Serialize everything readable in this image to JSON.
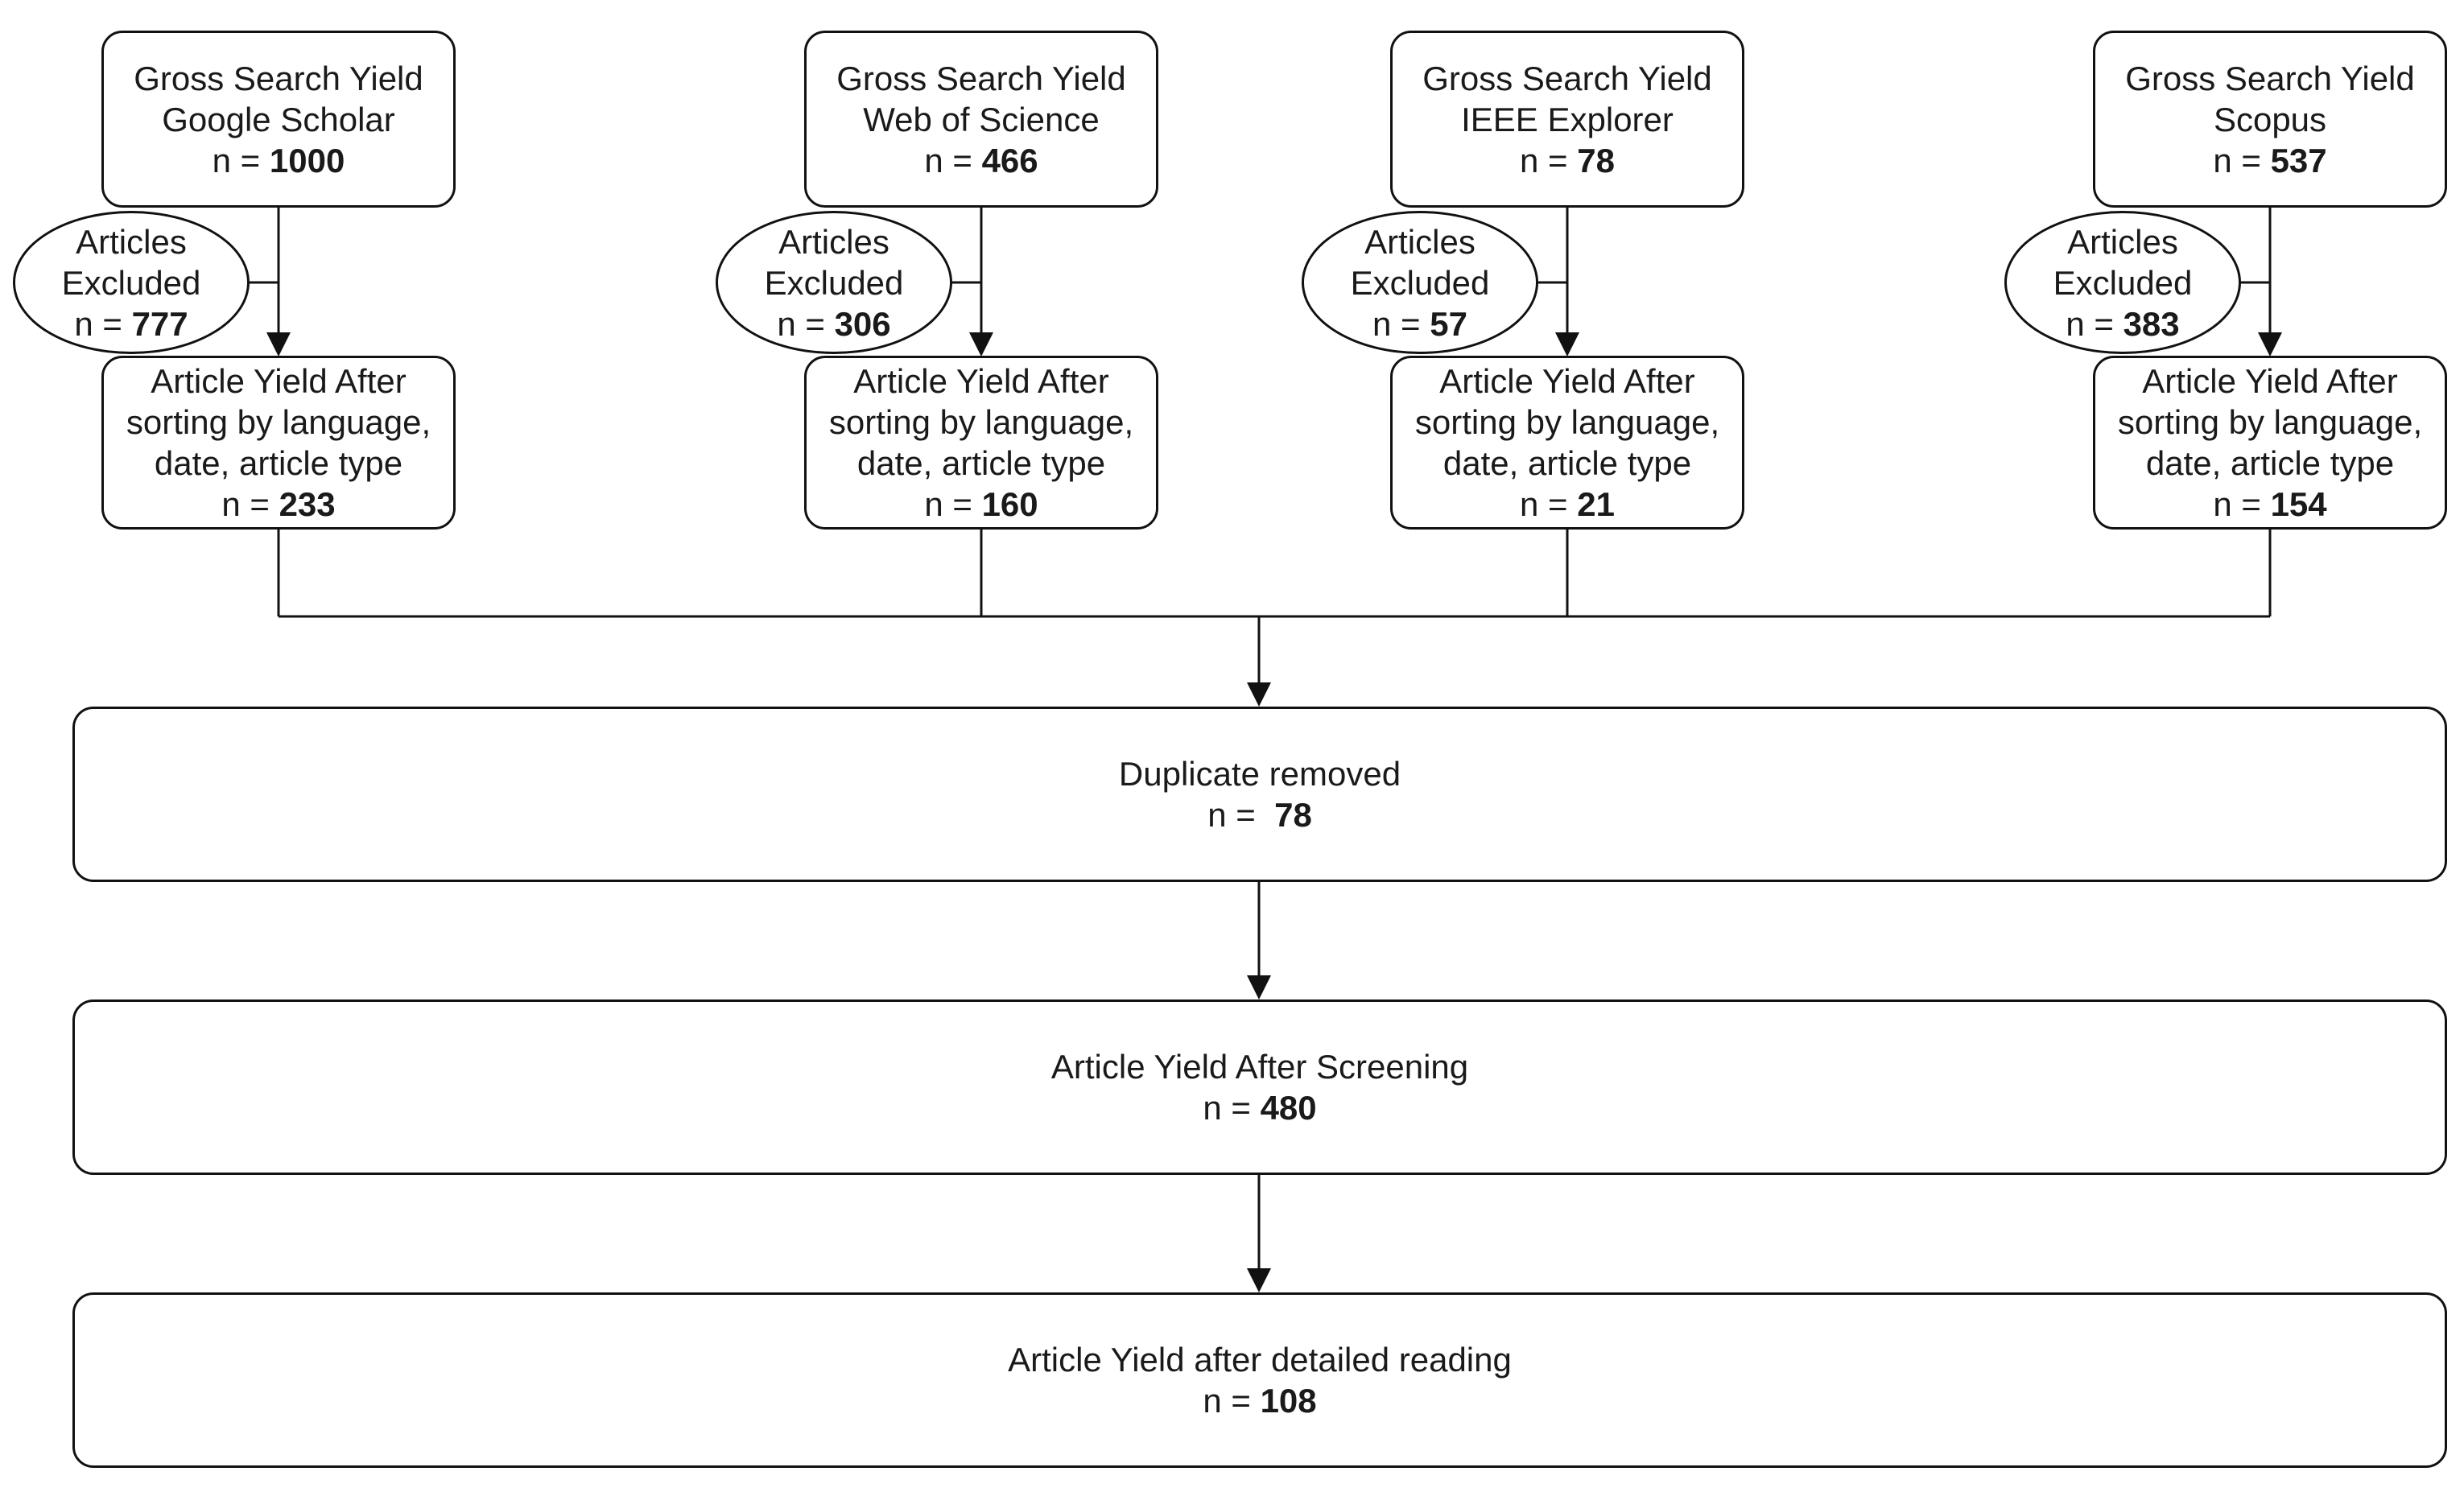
{
  "sources": [
    {
      "title": "Gross Search Yield",
      "database": "Google Scholar",
      "gross_n": "1000",
      "excluded_title": "Articles",
      "excluded_subtitle": "Excluded",
      "excluded_n": "777",
      "sorted_lines": [
        "Article Yield After",
        "sorting by language,",
        "date, article type"
      ],
      "sorted_n": "233"
    },
    {
      "title": "Gross Search Yield",
      "database": "Web of Science",
      "gross_n": "466",
      "excluded_title": "Articles",
      "excluded_subtitle": "Excluded",
      "excluded_n": "306",
      "sorted_lines": [
        "Article Yield After",
        "sorting by language,",
        "date, article type"
      ],
      "sorted_n": "160"
    },
    {
      "title": "Gross Search Yield",
      "database": "IEEE Explorer",
      "gross_n": "78",
      "excluded_title": "Articles",
      "excluded_subtitle": "Excluded",
      "excluded_n": "57",
      "sorted_lines": [
        "Article Yield After",
        "sorting by language,",
        "date, article type"
      ],
      "sorted_n": "21"
    },
    {
      "title": "Gross Search Yield",
      "database": "Scopus",
      "gross_n": "537",
      "excluded_title": "Articles",
      "excluded_subtitle": "Excluded",
      "excluded_n": "383",
      "sorted_lines": [
        "Article Yield After",
        "sorting by language,",
        "date, article type"
      ],
      "sorted_n": "154"
    }
  ],
  "stages": {
    "duplicates": {
      "label": "Duplicate removed",
      "n": " 78"
    },
    "screening": {
      "label": "Article Yield After Screening",
      "n": "480"
    },
    "final": {
      "label": "Article Yield after detailed reading",
      "n": "108"
    }
  },
  "n_prefix": "n = "
}
